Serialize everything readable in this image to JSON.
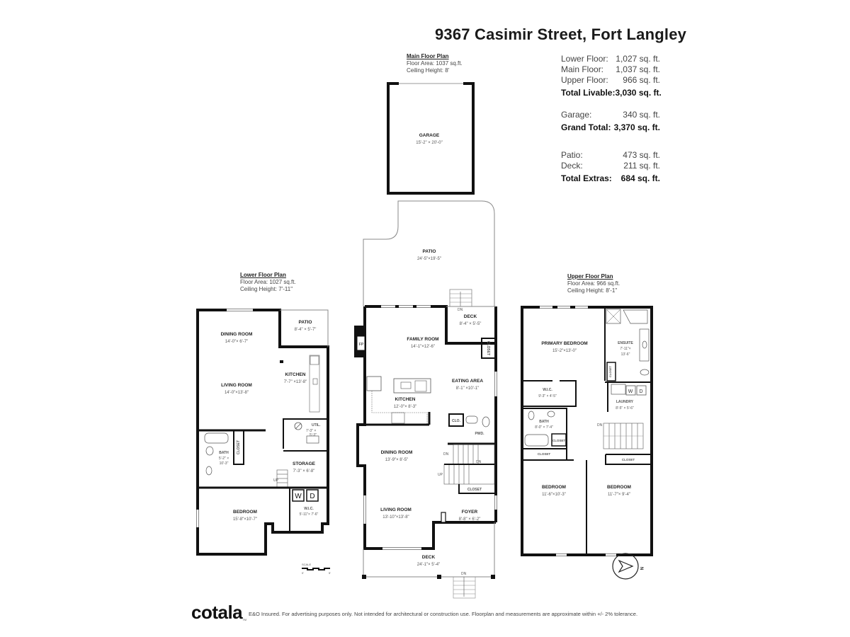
{
  "header": {
    "title": "9367 Casimir Street, Fort Langley"
  },
  "summary": {
    "rows": [
      {
        "label": "Lower Floor:",
        "value": "1,027 sq. ft."
      },
      {
        "label": "Main Floor:",
        "value": "1,037 sq. ft."
      },
      {
        "label": "Upper Floor:",
        "value": "966 sq. ft."
      },
      {
        "label": "Total Livable:",
        "value": "3,030 sq. ft."
      },
      {
        "label": "Garage:",
        "value": "340 sq. ft."
      },
      {
        "label": "Grand Total:",
        "value": "3,370 sq. ft."
      },
      {
        "label": "Patio:",
        "value": "473 sq. ft."
      },
      {
        "label": "Deck:",
        "value": "211 sq. ft."
      },
      {
        "label": "Total Extras:",
        "value": "684 sq. ft."
      }
    ]
  },
  "plans": {
    "main": {
      "heading": "Main Floor Plan",
      "area": "Floor Area: 1037 sq.ft.",
      "ceiling": "Ceiling Height: 8'",
      "rooms": {
        "garage": {
          "name": "GARAGE",
          "dims": "15'-2\" × 20'-0\""
        },
        "patio": {
          "name": "PATIO",
          "dims": "24'-5\"×19'-5\""
        },
        "deck_top": {
          "name": "DECK",
          "dims": "8'-4\" × 5'-5\""
        },
        "family": {
          "name": "FAMILY ROOM",
          "dims": "14'-1\"×12'-6\""
        },
        "kitchen": {
          "name": "KITCHEN",
          "dims": "12'-0\"× 8'-3\""
        },
        "eating": {
          "name": "EATING AREA",
          "dims": "8'-1\" ×10'-1\""
        },
        "dining": {
          "name": "DINING ROOM",
          "dims": "13'-9\"× 8'-5\""
        },
        "living": {
          "name": "LIVING ROOM",
          "dims": "13'-10\"×13'-8\""
        },
        "foyer": {
          "name": "FOYER",
          "dims": "8'-8\" × 6'-2\""
        },
        "deck_front": {
          "name": "DECK",
          "dims": "24'-1\"× 5'-4\""
        },
        "pwd": {
          "name": "PWD."
        },
        "clo": {
          "name": "CLO."
        },
        "closet_a": {
          "name": "CLOSET"
        },
        "closet_b": {
          "name": "CLOSET"
        },
        "fp": {
          "name": "FP"
        }
      },
      "stairs": {
        "dn_a": "DN",
        "dn_b": "DN",
        "dn_c": "DN",
        "dn_d": "DN",
        "up": "UP"
      }
    },
    "lower": {
      "heading": "Lower Floor Plan",
      "area": "Floor Area: 1027 sq.ft.",
      "ceiling": "Ceiling Height: 7'-11\"",
      "rooms": {
        "dining": {
          "name": "DINING ROOM",
          "dims": "14'-0\"× 6'-7\""
        },
        "patio": {
          "name": "PATIO",
          "dims": "8'-4\" × 5'-7\""
        },
        "kitchen": {
          "name": "KITCHEN",
          "dims": "7'-7\" ×13'-8\""
        },
        "living": {
          "name": "LIVING ROOM",
          "dims": "14'-0\"×13'-8\""
        },
        "util": {
          "name": "UTIL.",
          "dims1": "7'-3\" ×",
          "dims2": "5'-3\""
        },
        "bath": {
          "name": "BATH",
          "dims1": "5'-2\" ×",
          "dims2": "10'-3\""
        },
        "closet": {
          "name": "CLOSET"
        },
        "storage": {
          "name": "STORAGE",
          "dims": "7'-3\" × 6'-8\""
        },
        "bedroom": {
          "name": "BEDROOM",
          "dims": "15'-8\"×10'-7\""
        },
        "wic": {
          "name": "W.I.C.",
          "dims": "5'-11\"× 7'-6\""
        },
        "washer": "W",
        "dryer": "D"
      },
      "stairs": {
        "up": "UP"
      }
    },
    "upper": {
      "heading": "Upper Floor Plan",
      "area": "Floor Area: 966 sq.ft.",
      "ceiling": "Ceiling Height: 8'-1\"",
      "rooms": {
        "primary": {
          "name": "PRIMARY BEDROOM",
          "dims": "15'-2\"×13'-0\""
        },
        "ensuite": {
          "name": "ENSUITE",
          "dims1": "7'-11\"×",
          "dims2": "13'-6\""
        },
        "closet_ens": {
          "name": "CLOSET"
        },
        "wic": {
          "name": "W.I.C.",
          "dims": "9'-3\" × 4'-5\""
        },
        "laundry": {
          "name": "LAUNDRY",
          "dims": "8'-5\" × 5'-6\""
        },
        "bath": {
          "name": "BATH",
          "dims": "8'-0\" × 7'-4\""
        },
        "closet_bath": {
          "name": "CLOSET"
        },
        "closet_b1": {
          "name": "CLOSET"
        },
        "closet_b2": {
          "name": "CLOSET"
        },
        "bedroom1": {
          "name": "BEDROOM",
          "dims": "11'-6\"×10'-3\""
        },
        "bedroom2": {
          "name": "BEDROOM",
          "dims": "11'-7\"× 9'-4\""
        },
        "washer": "W",
        "dryer": "D"
      },
      "stairs": {
        "dn": "DN"
      }
    }
  },
  "scale": {
    "label": "SCALE",
    "min": "0'",
    "max": "5'"
  },
  "compass": {
    "label": "N"
  },
  "footer": {
    "logo": "cotala",
    "logo_mark": "TM",
    "disclaimer": "E&O Insured. For advertising purposes only. Not intended for architectural or construction use. Floorplan and measurements are approximate within +/- 2% tolerance."
  },
  "colors": {
    "wall": "#111111",
    "line": "#888888",
    "text": "#222222",
    "background": "#ffffff"
  }
}
